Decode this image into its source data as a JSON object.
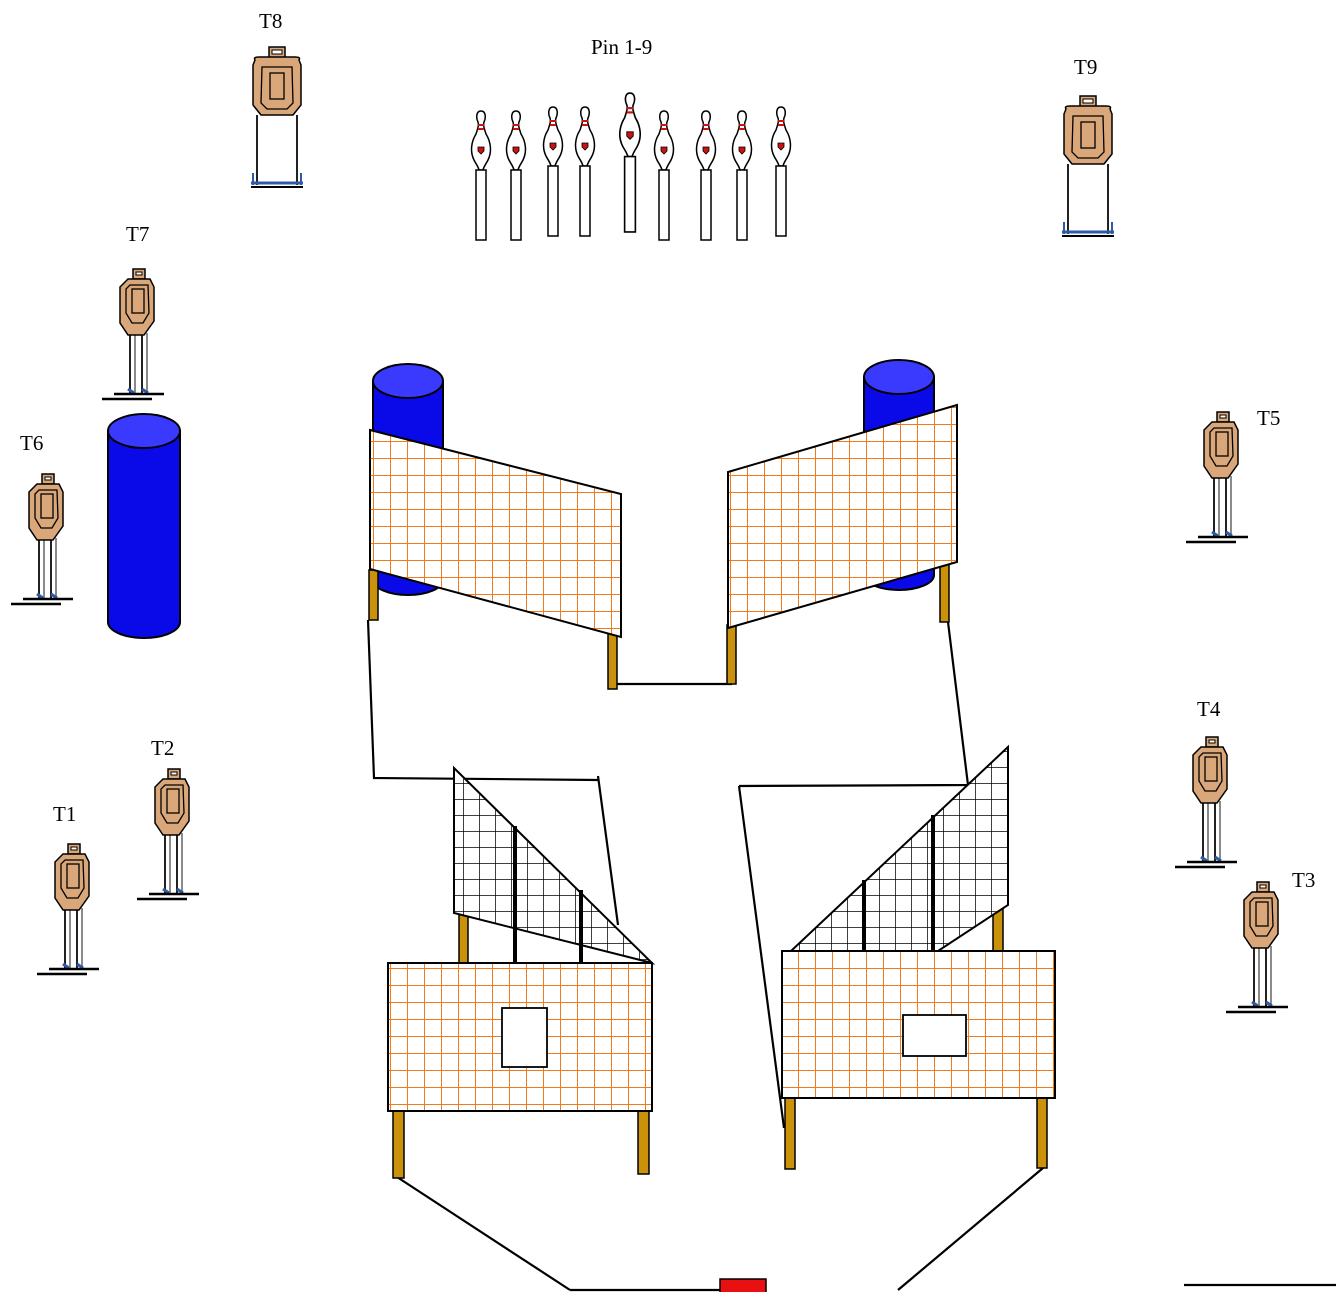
{
  "labels": {
    "t1": "T1",
    "t2": "T2",
    "t3": "T3",
    "t4": "T4",
    "t5": "T5",
    "t6": "T6",
    "t7": "T7",
    "t8": "T8",
    "t9": "T9",
    "pins": "Pin 1-9"
  },
  "colors": {
    "target_fill": "#d9a77a",
    "barrel_fill": "#0a0ae8",
    "barrel_top": "#3a3aff",
    "orange_mesh": "#f07a1e",
    "black_mesh": "#000000",
    "post_fill": "#c9920a",
    "pin_red": "#cc1111",
    "start_marker": "#e81010"
  },
  "pins": {
    "count": 9
  },
  "icons": [
    "steel-target-icon",
    "bowling-pin-icon",
    "barrel-icon",
    "mesh-wall-icon",
    "start-marker-icon"
  ]
}
